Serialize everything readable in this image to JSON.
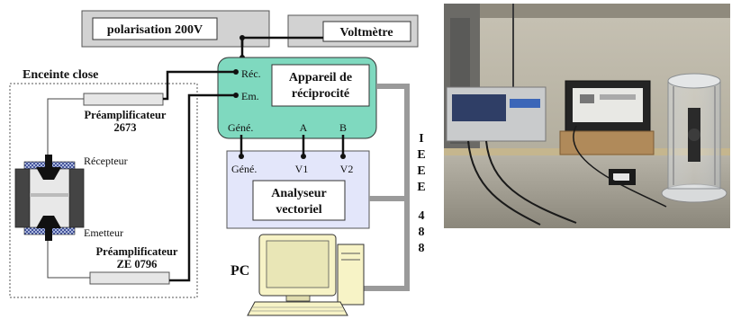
{
  "diagram": {
    "polarisation": "polarisation 200V",
    "voltmetre": "Voltmètre",
    "enceinte": "Enceinte close",
    "preamp1": {
      "line1": "Préamplificateur",
      "line2": "2673"
    },
    "preamp2": {
      "line1": "Préamplificateur",
      "line2": "ZE 0796"
    },
    "recepteur": "Récepteur",
    "emetteur": "Emetteur",
    "appareil": {
      "line1": "Appareil de",
      "line2": "réciprocité"
    },
    "ports_appareil": {
      "rec": "Réc.",
      "em": "Em.",
      "gene": "Géné.",
      "a": "A",
      "b": "B"
    },
    "ports_analyseur": {
      "gene": "Géné.",
      "v1": "V1",
      "v2": "V2"
    },
    "analyseur": {
      "line1": "Analyseur",
      "line2": "vectoriel"
    },
    "ieee": [
      "I",
      "E",
      "E",
      "E",
      "4",
      "8",
      "8"
    ],
    "pc": "PC",
    "colors": {
      "appareil_fill": "#7fd9bf",
      "analyseur_fill": "#e3e6fa",
      "gray_box": "#d0d0d0",
      "cable_gray": "#9a9a9a"
    }
  },
  "photo": {
    "description_icon": "lab-photo"
  }
}
